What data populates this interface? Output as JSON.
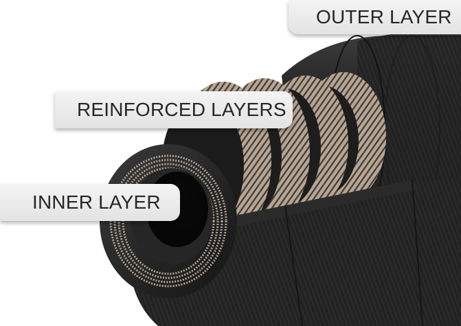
{
  "labels": {
    "outer": "OUTER LAYER",
    "reinforced": "REINFORCED LAYERS",
    "inner": "INNER LAYER"
  },
  "colors": {
    "rubber": "#1c1c1c",
    "rubber_highlight": "#3a3a3a",
    "braid": "#a8998a",
    "label_background": "#ececec",
    "label_text": "#262626"
  }
}
